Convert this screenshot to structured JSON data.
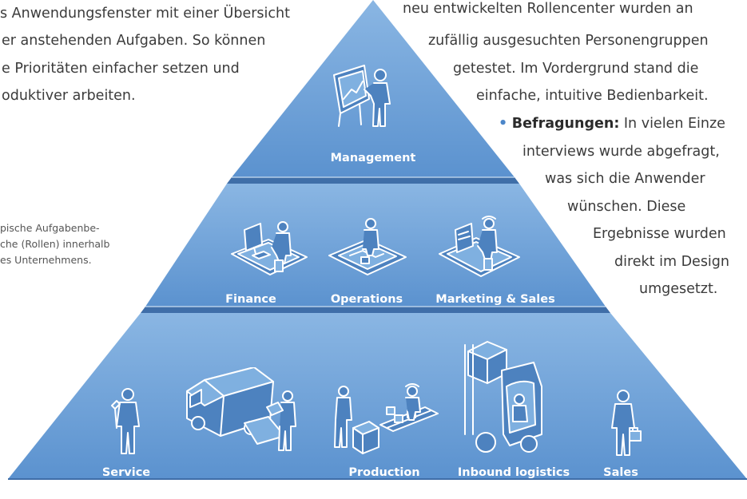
{
  "left_text": {
    "line1": "s Anwendungsfenster mit einer Übersicht",
    "line2": "er anstehenden Aufgaben. So können",
    "line3": "e Prioritäten einfacher setzen und",
    "line4": "oduktiver arbeiten."
  },
  "caption": {
    "line1": "pische Aufgabenbe-",
    "line2": "che (Rollen) innerhalb",
    "line3": "es Unternehmens."
  },
  "right_text": {
    "line1": "neu entwickelten Rollencenter wurden an",
    "line2": "zufällig ausgesuchten Personengruppen",
    "line3": "getestet. Im Vordergrund stand die",
    "line4": "einfache, intuitive Bedienbarkeit.",
    "bullet": "•",
    "bullet_label": "Befragungen:",
    "line5_rest": " In vielen Einze",
    "line6": "interviews wurde abgefragt,",
    "line7": "was sich die Anwender",
    "line8": "wünschen. Diese",
    "line9": "Ergebnisse wurden",
    "line10": "direkt im Design",
    "line11": "umgesetzt."
  },
  "pyramid": {
    "tiers": [
      {
        "labels": [
          "Management"
        ]
      },
      {
        "labels": [
          "Finance",
          "Operations",
          "Marketing & Sales"
        ]
      },
      {
        "labels": [
          "Service",
          "Production",
          "Inbound logistics",
          "Sales"
        ]
      }
    ],
    "icons": {
      "management": "presenter-at-board-icon",
      "finance": "person-at-computer-desk-icon",
      "operations": "person-at-planning-table-icon",
      "marketing": "person-with-headset-at-monitor-icon",
      "service": "technician-with-wrench-icon",
      "delivery": "delivery-truck-with-courier-icon",
      "production": "workers-at-conveyor-belt-icon",
      "logistics": "forklift-with-box-icon",
      "sales": "salesperson-with-briefcase-icon"
    },
    "colors": {
      "fill": "#6a9fd6",
      "fill_dark": "#4d82bf",
      "separator": "#3f6ea8",
      "highlight": "#c9ddf2"
    }
  }
}
